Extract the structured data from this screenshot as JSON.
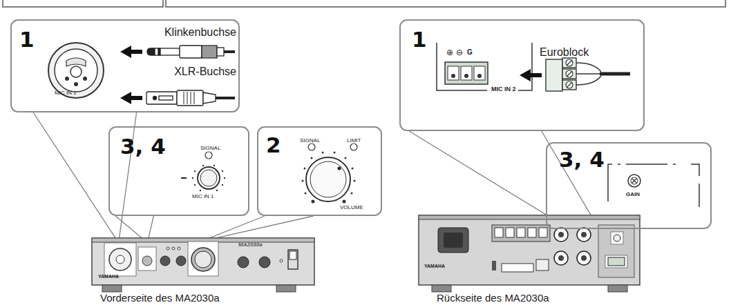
{
  "diagram": {
    "nodes": [
      {
        "text": [
          "1",
          "Klinkenbuchse",
          "XLR-Buchse",
          "MIC IN 1"
        ]
      },
      {
        "text": [
          "3, 4",
          "SIGNAL",
          "MIC IN 1"
        ]
      },
      {
        "text": [
          "2",
          "SIGNAL",
          "LIMIT",
          "VOLUME"
        ]
      },
      {
        "text": [
          "YAMAHA",
          "MA2030a"
        ]
      },
      {
        "text": [
          "1",
          "⊕",
          "⊖",
          "G",
          "Euroblock",
          "MIC IN 2"
        ]
      },
      {
        "text": [
          "3, 4",
          "GAIN"
        ]
      },
      {
        "text": [
          "YAMAHA"
        ]
      }
    ],
    "edges": [
      {
        "from": 0,
        "to": 3,
        "arrow": "none"
      },
      {
        "from": 1,
        "to": 3,
        "arrow": "none"
      },
      {
        "from": 2,
        "to": 3,
        "arrow": "none"
      },
      {
        "from": 4,
        "to": 6,
        "arrow": "none"
      },
      {
        "from": 5,
        "to": 6,
        "arrow": "none"
      }
    ],
    "labels": [
      "Vorderseite des MA2030a",
      "Rückseite des MA2030a"
    ]
  }
}
